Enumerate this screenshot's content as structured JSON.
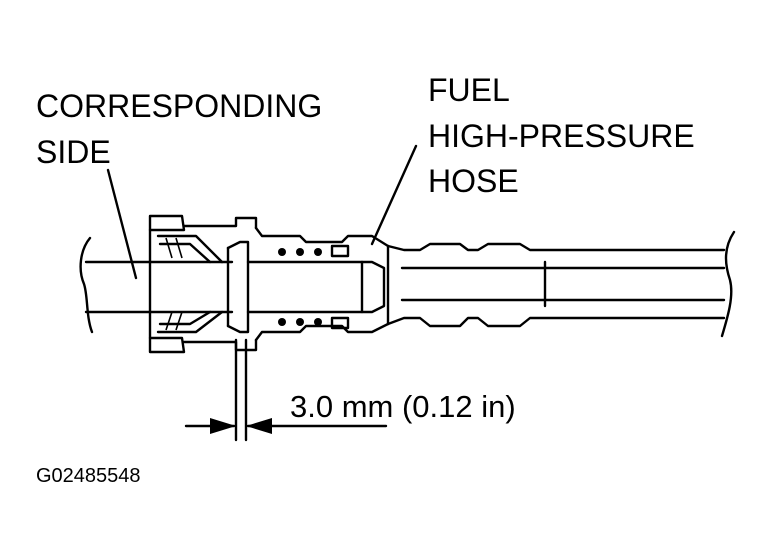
{
  "labels": {
    "corresponding_side": [
      "CORRESPONDING",
      "SIDE"
    ],
    "fuel_hose": [
      "FUEL",
      "HIGH-PRESSURE",
      "HOSE"
    ],
    "dimension": "3.0 mm (0.12 in)",
    "figure_code": "G02485548"
  },
  "colors": {
    "line": "#000000",
    "background": "#ffffff"
  }
}
